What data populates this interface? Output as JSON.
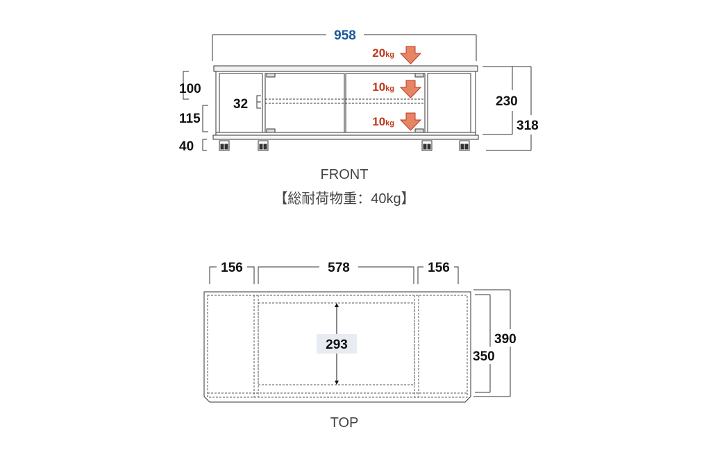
{
  "front": {
    "caption": "FRONT",
    "load_note": "【総耐荷物重：40kg】",
    "dims": {
      "width": "958",
      "top_rail": "100",
      "shelf_gap": "115",
      "caster": "40",
      "shelf_thickness": "32",
      "body_height": "230",
      "total_height": "318"
    },
    "loads": [
      {
        "value": "20",
        "unit": "kg"
      },
      {
        "value": "10",
        "unit": "kg"
      },
      {
        "value": "10",
        "unit": "kg"
      }
    ]
  },
  "top": {
    "caption": "TOP",
    "dims": {
      "left_section": "156",
      "center_section": "578",
      "right_section": "156",
      "inner_depth": "293",
      "depth_outer": "390",
      "depth_inner": "350"
    }
  },
  "colors": {
    "width_label": "#1a5a9e",
    "load_label": "#c0391b",
    "arrow_fill": "#e58566",
    "line": "#333333"
  }
}
